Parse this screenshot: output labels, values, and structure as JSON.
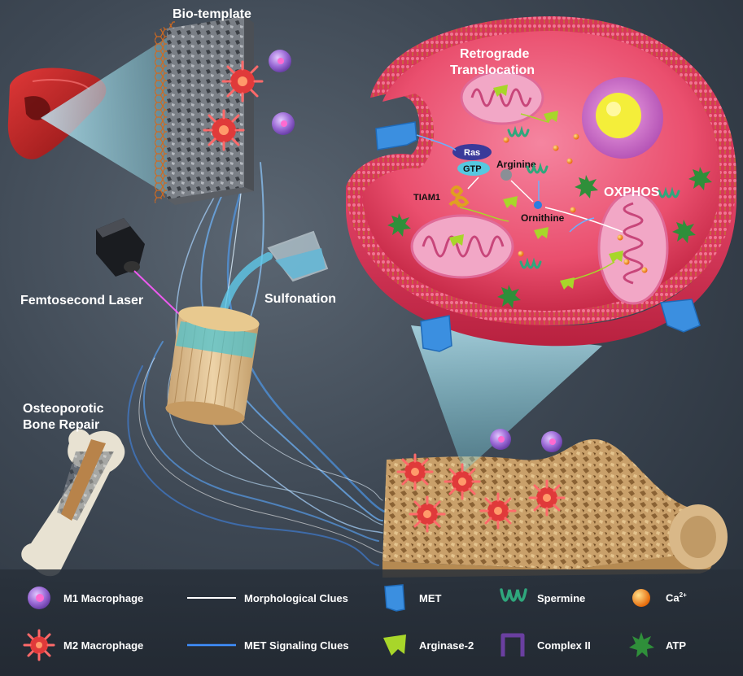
{
  "labels": {
    "bio_template": "Bio-template",
    "retrograde_1": "Retrograde",
    "retrograde_2": "Translocation",
    "femtosecond_laser": "Femtosecond Laser",
    "sulfonation": "Sulfonation",
    "osteoporotic_1": "Osteoporotic",
    "osteoporotic_2": "Bone Repair",
    "ras": "Ras",
    "gtp": "GTP",
    "arginine": "Arginine",
    "tiam1": "TIAM1",
    "ornithine": "Ornithine",
    "oxphos": "OXPHOS"
  },
  "legend": {
    "m1": "M1 Macrophage",
    "m2": "M2 Macrophage",
    "morph": "Morphological Clues",
    "met_signal": "MET Signaling Clues",
    "met": "MET",
    "arginase": "Arginase-2",
    "spermine": "Spermine",
    "complex2": "Complex II",
    "ca_base": "Ca",
    "ca_sup": "2+",
    "atp": "ATP"
  },
  "colors": {
    "membrane": "#e8405a",
    "cytoplasm": "#f0607a",
    "met": "#3b8fe0",
    "arginase": "#a8d62a",
    "spermine": "#2fa77c",
    "complex2": "#6a3fa0",
    "calcium": "#f5901e",
    "atp": "#2f8f3a",
    "m1": "#9b6bd6",
    "m2": "#e03a3a",
    "bone": "#c9a06a"
  }
}
